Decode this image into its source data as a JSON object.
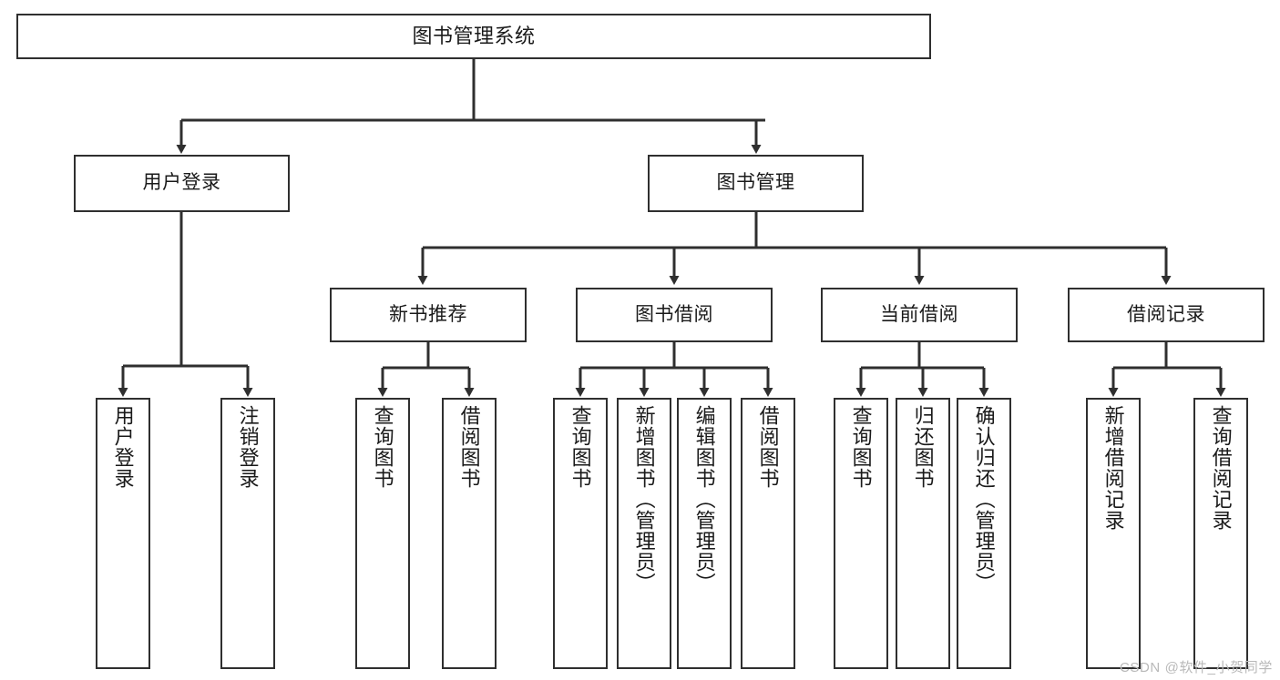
{
  "diagram": {
    "title": "图书管理系统",
    "type": "tree-hierarchy-chart",
    "watermark": "CSDN @软件_小贺同学",
    "colors": {
      "box_stroke": "#2f2f2f",
      "box_fill": "#ffffff",
      "connector": "#2f2f2f",
      "text": "#1a1a1a",
      "watermark": "#b9b9b9"
    },
    "root": {
      "id": "root",
      "label": "图书管理系统"
    },
    "level2": [
      {
        "id": "user-login",
        "label": "用户登录"
      },
      {
        "id": "book-management",
        "label": "图书管理"
      }
    ],
    "level3": [
      {
        "id": "new-book-recommend",
        "label": "新书推荐"
      },
      {
        "id": "book-borrow",
        "label": "图书借阅"
      },
      {
        "id": "current-borrow",
        "label": "当前借阅"
      },
      {
        "id": "borrow-record",
        "label": "借阅记录"
      }
    ],
    "leaves": {
      "user-login": [
        {
          "id": "leaf-user-login",
          "label": "用户登录"
        },
        {
          "id": "leaf-logout-login",
          "label": "注销登录"
        }
      ],
      "new-book-recommend": [
        {
          "id": "leaf-query-book-1",
          "label": "查询图书"
        },
        {
          "id": "leaf-borrow-book-1",
          "label": "借阅图书"
        }
      ],
      "book-borrow": [
        {
          "id": "leaf-query-book-2",
          "label": "查询图书"
        },
        {
          "id": "leaf-add-book",
          "label": "新增图书（管理员）"
        },
        {
          "id": "leaf-edit-book",
          "label": "编辑图书（管理员）"
        },
        {
          "id": "leaf-borrow-book-2",
          "label": "借阅图书"
        }
      ],
      "current-borrow": [
        {
          "id": "leaf-query-book-3",
          "label": "查询图书"
        },
        {
          "id": "leaf-return-book",
          "label": "归还图书"
        },
        {
          "id": "leaf-confirm-return",
          "label": "确认归还（管理员）"
        }
      ],
      "borrow-record": [
        {
          "id": "leaf-add-record",
          "label": "新增借阅记录"
        },
        {
          "id": "leaf-query-record",
          "label": "查询借阅记录"
        }
      ]
    }
  }
}
